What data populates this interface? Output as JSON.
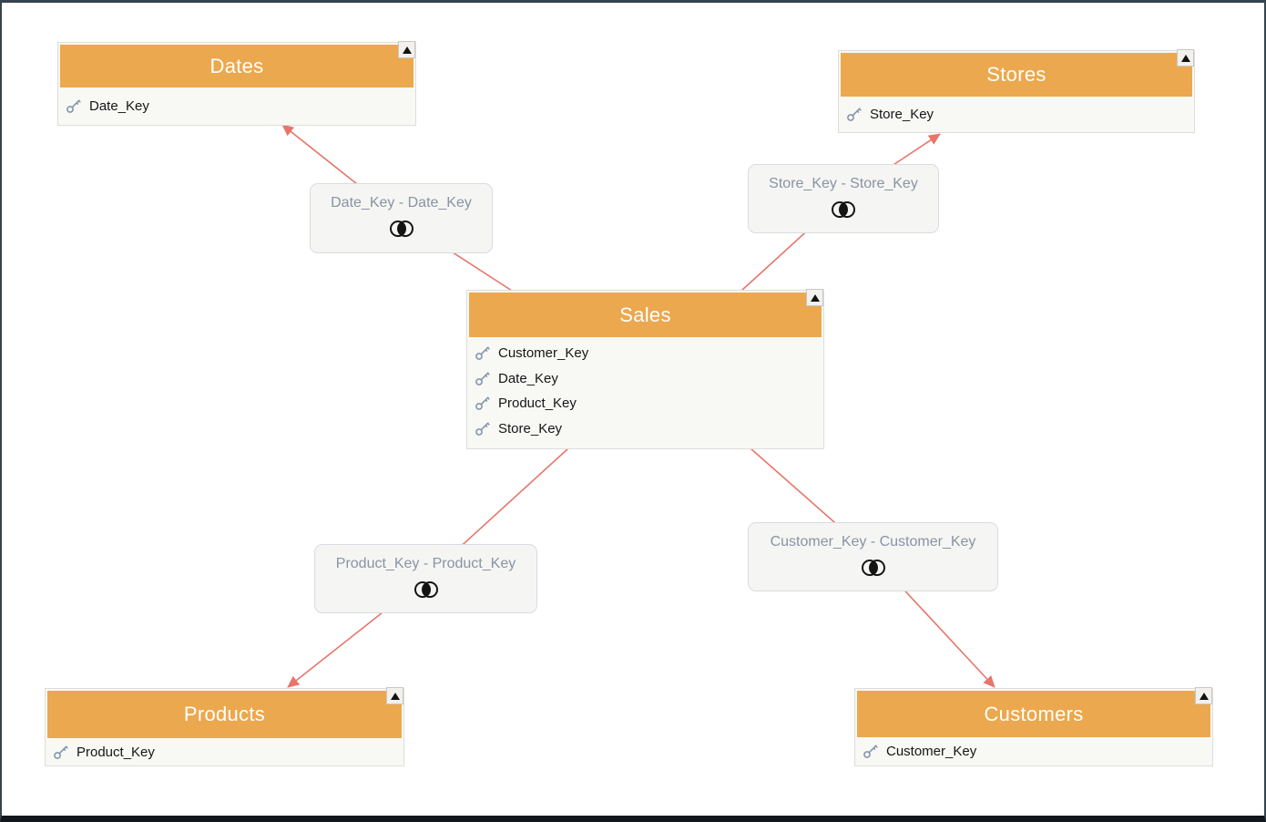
{
  "canvas": {
    "type": "data-model-relationship-diagram"
  },
  "tables": [
    {
      "name": "Dates",
      "columns": [
        "Date_Key"
      ]
    },
    {
      "name": "Stores",
      "columns": [
        "Store_Key"
      ]
    },
    {
      "name": "Sales",
      "columns": [
        "Customer_Key",
        "Date_Key",
        "Product_Key",
        "Store_Key"
      ]
    },
    {
      "name": "Products",
      "columns": [
        "Product_Key"
      ]
    },
    {
      "name": "Customers",
      "columns": [
        "Customer_Key"
      ]
    }
  ],
  "relationships": [
    {
      "label": "Date_Key - Date_Key",
      "from": "Sales",
      "to": "Dates",
      "join_icon": "inner-join"
    },
    {
      "label": "Store_Key - Store_Key",
      "from": "Sales",
      "to": "Stores",
      "join_icon": "inner-join"
    },
    {
      "label": "Product_Key - Product_Key",
      "from": "Sales",
      "to": "Products",
      "join_icon": "inner-join"
    },
    {
      "label": "Customer_Key - Customer_Key",
      "from": "Sales",
      "to": "Customers",
      "join_icon": "inner-join"
    }
  ],
  "icons": {
    "column": "key-icon",
    "join": "inner-join-icon",
    "table_collapse": "collapse-triangle-icon"
  },
  "colors": {
    "table_header": "#ECA84E",
    "header_text": "#FFFFFF",
    "table_body": "#F8F8F5",
    "connector": "#E7756A",
    "relationship_text": "#8A92A4",
    "key_icon": "#8496AB",
    "canvas_border": "#37424C"
  }
}
